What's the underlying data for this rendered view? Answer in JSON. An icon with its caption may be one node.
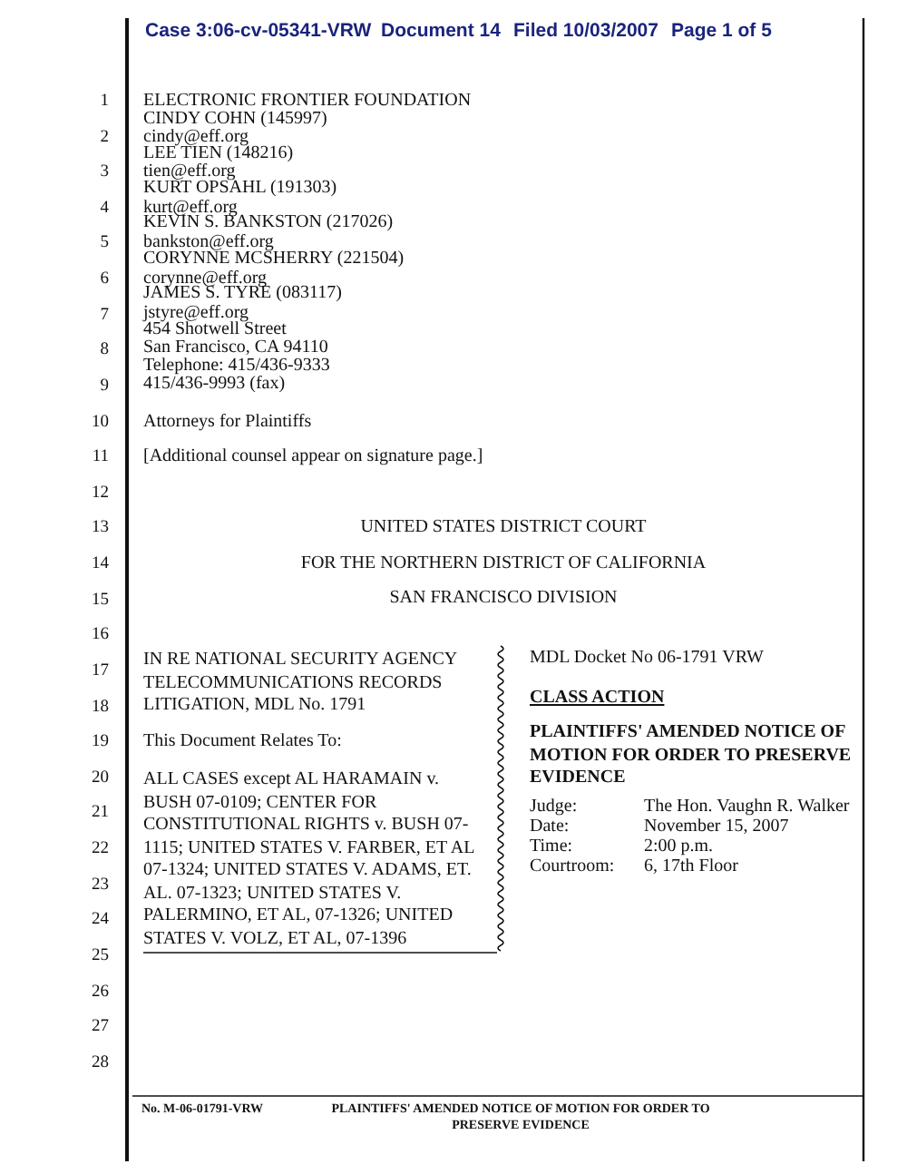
{
  "diagram": {
    "labels": [
      "Case 3:06-cv-05341-VRW",
      "Document 14",
      "Filed 10/03/2007",
      "Page 1 of 5",
      "1",
      "2",
      "3",
      "4",
      "5",
      "6",
      "7",
      "8",
      "9",
      "10",
      "11",
      "12",
      "13",
      "14",
      "15",
      "16",
      "17",
      "18",
      "19",
      "20",
      "21",
      "22",
      "23",
      "24",
      "25",
      "26",
      "27",
      "28",
      "ELECTRONIC FRONTIER FOUNDATION",
      "CINDY COHN (145997)",
      "cindy@eff.org",
      "LEE TIEN (148216)",
      "tien@eff.org",
      "KURT OPSAHL (191303)",
      "kurt@eff.org",
      "KEVIN S. BANKSTON (217026)",
      "bankston@eff.org",
      "CORYNNE MCSHERRY (221504)",
      "corynne@eff.org",
      "JAMES S. TYRE (083117)",
      "jstyre@eff.org",
      "454 Shotwell Street",
      "San Francisco, CA 94110",
      "Telephone: 415/436-9333",
      "415/436-9993 (fax)",
      "Attorneys for Plaintiffs",
      "[Additional counsel appear on signature page.]",
      "UNITED STATES DISTRICT COURT",
      "FOR THE NORTHERN DISTRICT OF CALIFORNIA",
      "SAN FRANCISCO DIVISION",
      "IN RE NATIONAL SECURITY AGENCY TELECOMMUNICATIONS RECORDS LITIGATION, MDL No. 1791",
      "This Document Relates To:",
      "ALL CASES except AL HARAMAIN v. BUSH 07-0109; CENTER FOR CONSTITUTIONAL RIGHTS v. BUSH 07-1115; UNITED STATES V. FARBER, ET AL 07-1324; UNITED STATES V. ADAMS, ET. AL. 07-1323; UNITED STATES V. PALERMINO, ET AL, 07-1326; UNITED STATES V. VOLZ, ET AL, 07-1396",
      "MDL Docket No 06-1791 VRW",
      "CLASS ACTION",
      "PLAINTIFFS' AMENDED NOTICE OF MOTION FOR ORDER TO PRESERVE EVIDENCE",
      "Judge:",
      "The Hon. Vaughn R. Walker",
      "Date:",
      "November 15, 2007",
      "Time:",
      "2:00 p.m.",
      "Courtroom:",
      "6, 17th Floor",
      "No. M-06-01791-VRW",
      "PLAINTIFFS' AMENDED NOTICE OF MOTION FOR ORDER TO PRESERVE EVIDENCE"
    ]
  }
}
